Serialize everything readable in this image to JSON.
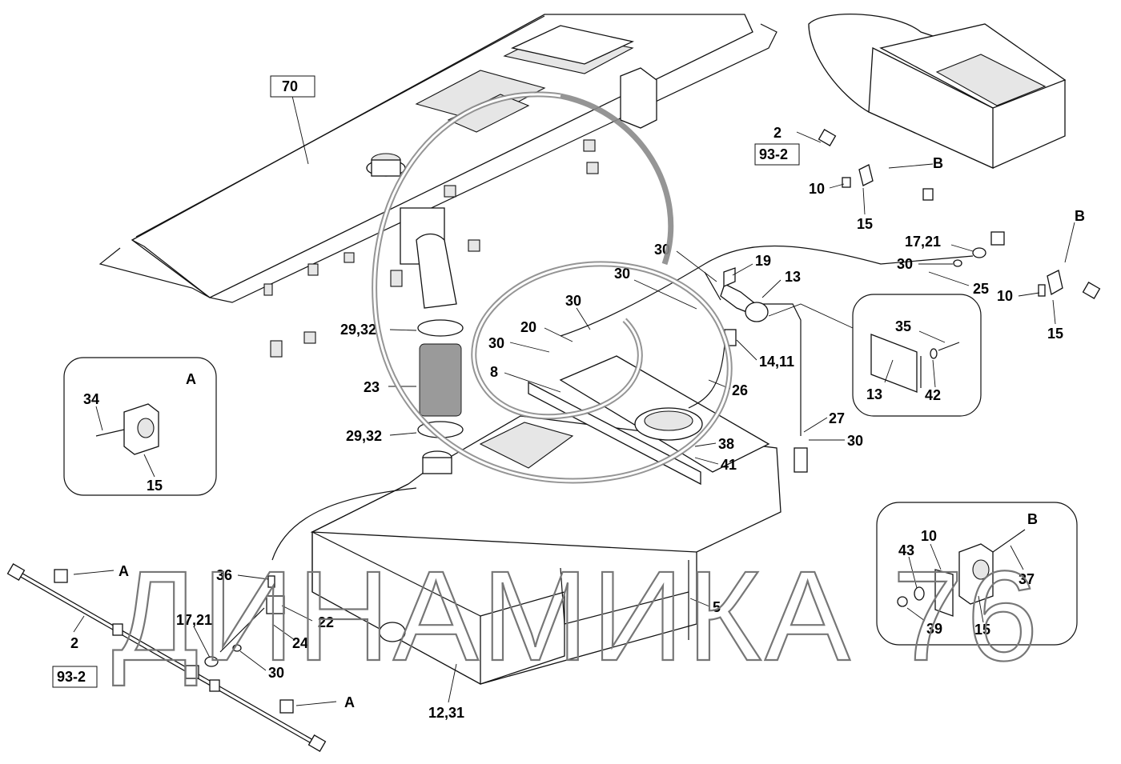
{
  "watermark": {
    "text": "ДИНАМИКА 76"
  },
  "labels": {
    "l70": "70",
    "l2_top": "2",
    "l93_top": "93-2",
    "lB_1": "B",
    "lB_2": "B",
    "l10_top": "10",
    "l15_top": "15",
    "l17_21_top": "17,21",
    "l30_top": "30",
    "l25": "25",
    "l10_right": "10",
    "l15_right": "15",
    "l30_a": "30",
    "l19": "19",
    "l30_b": "30",
    "l13": "13",
    "l30_c": "30",
    "l20": "20",
    "l30_d": "30",
    "l14_11": "14,11",
    "l8": "8",
    "l26": "26",
    "l27": "27",
    "l30_e": "30",
    "l29_32_a": "29,32",
    "l23": "23",
    "l29_32_b": "29,32",
    "l38": "38",
    "l41": "41",
    "l5": "5",
    "l36": "36",
    "l22": "22",
    "l24": "24",
    "l17_21_bot": "17,21",
    "l30_bot": "30",
    "l12_31": "12,31",
    "lA_1": "A",
    "lA_2": "A",
    "l2_bot": "2",
    "l93_bot": "93-2"
  },
  "detail_A": {
    "letter": "A",
    "l34": "34",
    "l15": "15"
  },
  "detail_13": {
    "l35": "35",
    "l13": "13",
    "l42": "42"
  },
  "detail_B": {
    "letter": "B",
    "l10": "10",
    "l43": "43",
    "l37": "37",
    "l39": "39",
    "l15": "15"
  }
}
